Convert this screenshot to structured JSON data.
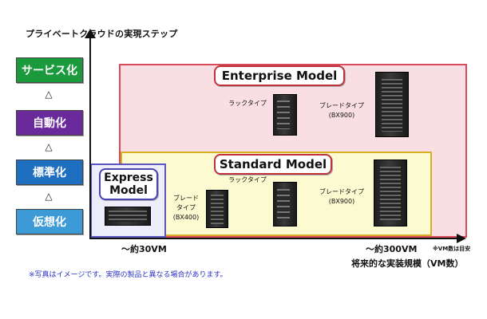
{
  "title": "プライベートクラウドの実現ステップ",
  "stages": [
    "サービス化",
    "自動化",
    "標準化",
    "仮想化"
  ],
  "stage_colors": [
    "#1a9a3c",
    "#6a2a9c",
    "#1f6fc1",
    "#3c9bd6"
  ],
  "step_marker": "△",
  "enterprise": {
    "label": "Enterprise Model",
    "rack_label": "ラックタイプ",
    "blade_label": "ブレードタイプ",
    "blade_model": "(BX900)"
  },
  "standard": {
    "label": "Standard Model",
    "blade_small_label_1": "ブレード",
    "blade_small_label_2": "タイプ",
    "blade_small_model": "(BX400)",
    "rack_label": "ラックタイプ",
    "blade_label": "ブレードタイプ",
    "blade_model": "(BX900)"
  },
  "express": {
    "label_1": "Express",
    "label_2": "Model"
  },
  "axis": {
    "tick_1": "〜約30VM",
    "tick_2": "〜約300VM",
    "tick_note": "※VM数は目安",
    "x_label": "将来的な実装規模（VM数）"
  },
  "footnote": "※写真はイメージです。実際の製品と異なる場合があります。"
}
